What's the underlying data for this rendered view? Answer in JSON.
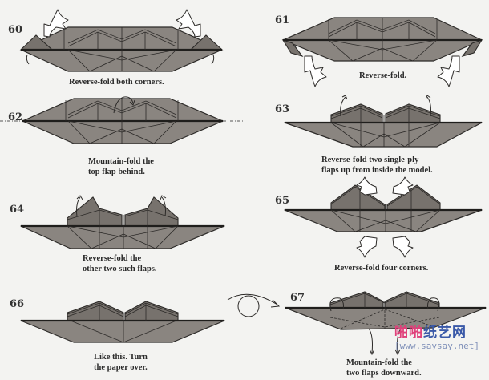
{
  "steps": [
    {
      "number": "60",
      "caption": [
        "Reverse-fold both corners."
      ]
    },
    {
      "number": "61",
      "caption": [
        "Reverse-fold."
      ]
    },
    {
      "number": "62",
      "caption": [
        "Mountain-fold the",
        "top flap behind."
      ]
    },
    {
      "number": "63",
      "caption": [
        "Reverse-fold two single-ply",
        "flaps up from inside the model."
      ]
    },
    {
      "number": "64",
      "caption": [
        "Reverse-fold the",
        "other two such flaps."
      ]
    },
    {
      "number": "65",
      "caption": [
        "Reverse-fold four corners."
      ]
    },
    {
      "number": "66",
      "caption": [
        "Like this. Turn",
        "the paper over."
      ]
    },
    {
      "number": "67",
      "caption": [
        "Mountain-fold the",
        "two flaps downward."
      ]
    }
  ],
  "watermark": {
    "chinese_pink": "啪啪",
    "chinese_blue": "纸艺网",
    "url": "[www.saysay.net]"
  },
  "colors": {
    "background": "#f3f3f1",
    "paper": "#8a8580",
    "line": "#2c2a28",
    "watermark_pink": "#e0407a",
    "watermark_blue": "#3a59a8"
  }
}
